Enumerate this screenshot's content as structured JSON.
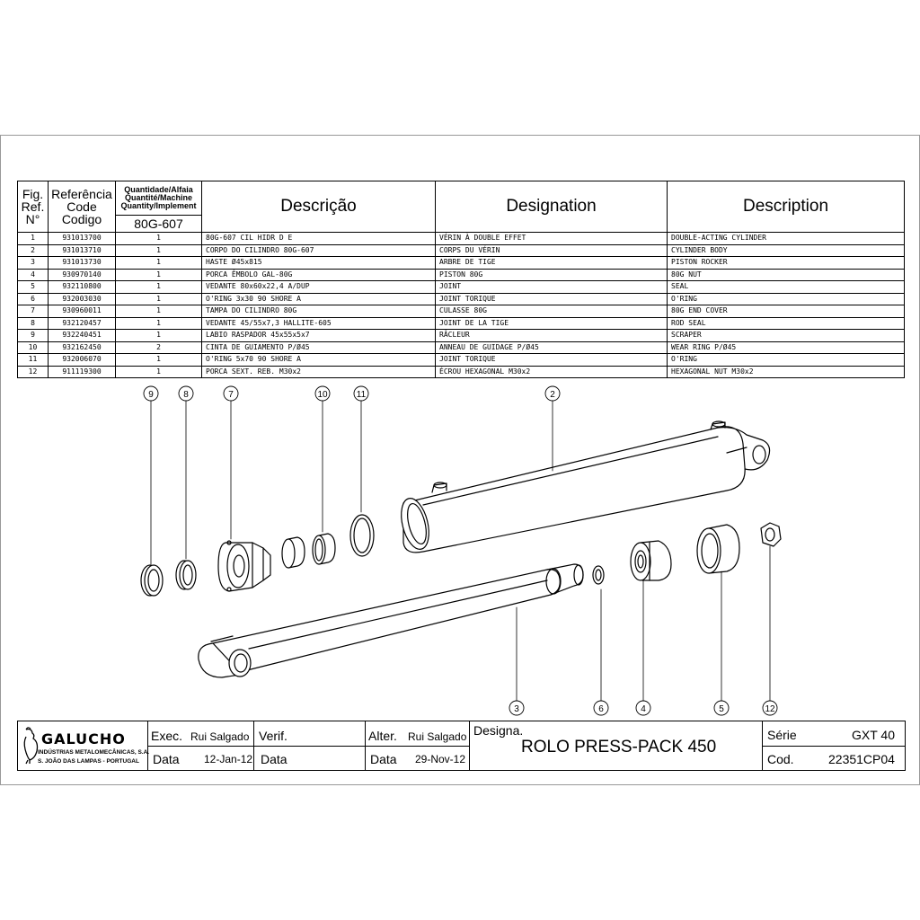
{
  "table": {
    "headers": {
      "fig": [
        "Fig.",
        "Ref.",
        "N°"
      ],
      "reference": [
        "Referência",
        "Code",
        "Codigo"
      ],
      "quantity": [
        "Quantidade/Alfaia",
        "Quantité/Machine",
        "Quantity/Implement"
      ],
      "implement": "80G-607",
      "descricao": "Descrição",
      "designation": "Designation",
      "description": "Description"
    },
    "rows": [
      {
        "fig": "1",
        "code": "931013700",
        "qty": "1",
        "pt": "80G-607 CIL HIDR D E",
        "fr": "VÉRIN À DOUBLE EFFET",
        "en": "DOUBLE-ACTING CYLINDER"
      },
      {
        "fig": "2",
        "code": "931013710",
        "qty": "1",
        "pt": "CORPO DO CILINDRO 80G-607",
        "fr": "CORPS DU VÉRIN",
        "en": "CYLINDER BODY"
      },
      {
        "fig": "3",
        "code": "931013730",
        "qty": "1",
        "pt": "HASTE Ø45x815",
        "fr": "ARBRE DE TIGE",
        "en": "PISTON ROCKER"
      },
      {
        "fig": "4",
        "code": "930970140",
        "qty": "1",
        "pt": "PORCA ÊMBOLO GAL-80G",
        "fr": "PISTON 80G",
        "en": "80G NUT"
      },
      {
        "fig": "5",
        "code": "932110800",
        "qty": "1",
        "pt": "VEDANTE 80x60x22,4 A/DUP",
        "fr": "JOINT",
        "en": "SEAL"
      },
      {
        "fig": "6",
        "code": "932003030",
        "qty": "1",
        "pt": "O'RING 3x30 90 SHORE A",
        "fr": "JOINT TORIQUE",
        "en": "O'RING"
      },
      {
        "fig": "7",
        "code": "930960011",
        "qty": "1",
        "pt": "TAMPA DO CILINDRO 80G",
        "fr": "CULASSE 80G",
        "en": "80G END COVER"
      },
      {
        "fig": "8",
        "code": "932120457",
        "qty": "1",
        "pt": "VEDANTE 45/55x7,3  HALLITE-605",
        "fr": "JOINT DE LA TIGE",
        "en": "ROD SEAL"
      },
      {
        "fig": "9",
        "code": "932240451",
        "qty": "1",
        "pt": "LABIO RASPADOR 45x55x5x7",
        "fr": "RÂCLEUR",
        "en": "SCRAPER"
      },
      {
        "fig": "10",
        "code": "932162450",
        "qty": "2",
        "pt": "CINTA DE GUIAMENTO P/Ø45",
        "fr": "ANNEAU DE GUIDAGE P/Ø45",
        "en": "WEAR RING P/Ø45"
      },
      {
        "fig": "11",
        "code": "932006070",
        "qty": "1",
        "pt": "O'RING 5x70 90 SHORE A",
        "fr": "JOINT TORIQUE",
        "en": "O'RING"
      },
      {
        "fig": "12",
        "code": "911119300",
        "qty": "1",
        "pt": "PORCA SEXT. REB. M30x2",
        "fr": "ÉCROU HEXAGONAL M30x2",
        "en": "HEXAGONAL NUT M30x2"
      }
    ]
  },
  "balloons": {
    "b9": "9",
    "b8": "8",
    "b7": "7",
    "b10": "10",
    "b11": "11",
    "b2": "2",
    "b3": "3",
    "b6": "6",
    "b4": "4",
    "b5": "5",
    "b12": "12"
  },
  "titleblock": {
    "company": "GALUCHO",
    "company_sub1": "INDÚSTRIAS METALOMECÂNICAS, S.A.",
    "company_sub2": "S. JOÃO DAS LAMPAS - PORTUGAL",
    "exec_label": "Exec.",
    "exec_value": "Rui Salgado",
    "verif_label": "Verif.",
    "alter_label": "Alter.",
    "alter_value": "Rui Salgado",
    "data_label": "Data",
    "exec_date": "12-Jan-12",
    "verif_data_label": "Data",
    "alter_data_label": "Data",
    "alter_date": "29-Nov-12",
    "designa_label": "Designa.",
    "designa_value": "ROLO PRESS-PACK 450",
    "serie_label": "Série",
    "serie_value": "GXT 40",
    "cod_label": "Cod.",
    "cod_value": "22351CP04"
  }
}
